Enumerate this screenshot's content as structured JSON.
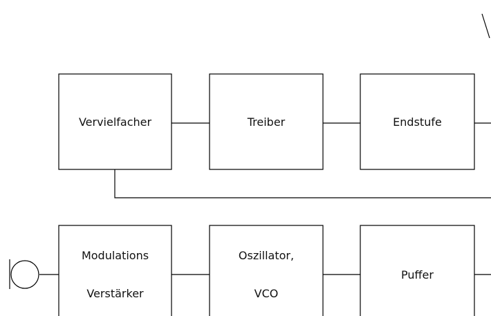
{
  "blocks": {
    "vervielfacher": {
      "label": "Vervielfacher"
    },
    "treiber": {
      "label": "Treiber"
    },
    "endstufe": {
      "label": "Endstufe"
    },
    "modulationsverstaerker": {
      "line1": "Modulations",
      "line2": "Verstärker"
    },
    "oszillator": {
      "line1": "Oszillator,",
      "line2": "VCO"
    },
    "puffer": {
      "label": "Puffer"
    }
  },
  "colors": {
    "stroke": "#000000",
    "fill": "#ffffff",
    "text": "#111111"
  },
  "icons": {
    "input": "microphone-icon",
    "output": "antenna-icon"
  }
}
